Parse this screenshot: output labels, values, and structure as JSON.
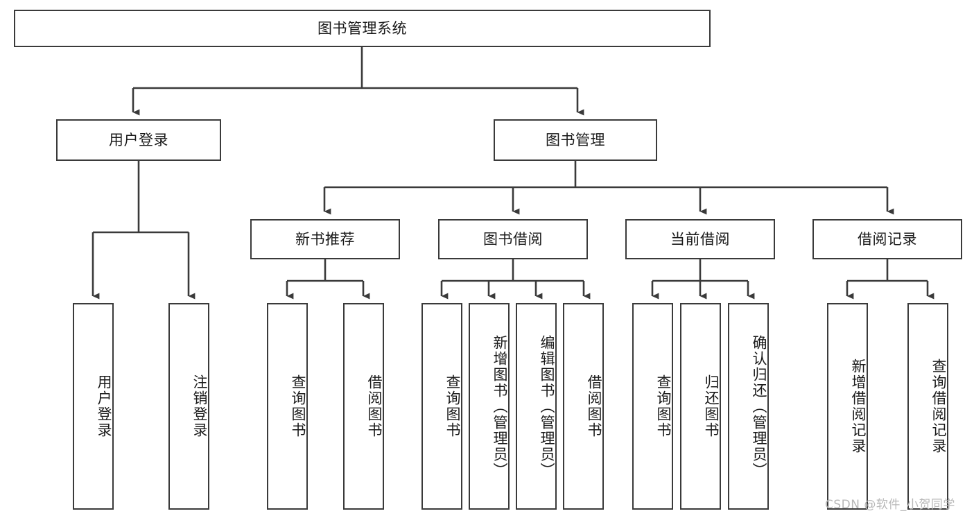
{
  "diagram": {
    "title": "图书管理系统",
    "type": "tree-hierarchy-chart",
    "watermark": "CSDN @软件_小贺同学",
    "colors": {
      "border": "#3a3a3a",
      "background": "#ffffff",
      "text": "#1a1a1a",
      "watermark": "#b8b8b8"
    },
    "root": {
      "label": "图书管理系统"
    },
    "level2": [
      {
        "label": "用户登录"
      },
      {
        "label": "图书管理"
      }
    ],
    "level3": [
      {
        "label": "新书推荐"
      },
      {
        "label": "图书借阅"
      },
      {
        "label": "当前借阅"
      },
      {
        "label": "借阅记录"
      }
    ],
    "leaves": {
      "user_login": [
        {
          "label": "用户登录"
        },
        {
          "label": "注销登录"
        }
      ],
      "new_book_recommend": [
        {
          "label": "查询图书"
        },
        {
          "label": "借阅图书"
        }
      ],
      "book_borrow": [
        {
          "label": "查询图书"
        },
        {
          "label": "新增图书（管理员）"
        },
        {
          "label": "编辑图书（管理员）"
        },
        {
          "label": "借阅图书"
        }
      ],
      "current_borrow": [
        {
          "label": "查询图书"
        },
        {
          "label": "归还图书"
        },
        {
          "label": "确认归还（管理员）"
        }
      ],
      "borrow_record": [
        {
          "label": "新增借阅记录"
        },
        {
          "label": "查询借阅记录"
        }
      ]
    }
  }
}
